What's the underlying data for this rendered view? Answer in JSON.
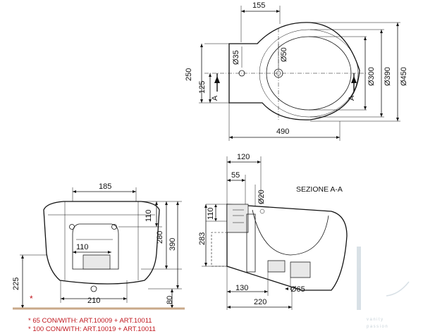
{
  "top_view": {
    "dim_width_top": "155",
    "dim_hole_small": "Ø35",
    "dim_hole_center": "Ø50",
    "dim_250": "250",
    "dim_125": "125",
    "section_left": "A",
    "section_right": "A",
    "dim_300": "Ø300",
    "dim_390": "Ø390",
    "dim_450": "Ø450",
    "dim_490": "490"
  },
  "front_view": {
    "dim_185": "185",
    "dim_110": "110",
    "dim_280": "280",
    "dim_390": "390",
    "dim_110_inner": "110",
    "dim_225": "225",
    "dim_210": "210",
    "dim_80": "80",
    "asterisk": "*"
  },
  "section_view": {
    "title": "SEZIONE A-A",
    "dim_120": "120",
    "dim_55": "55",
    "dim_20": "Ø20",
    "dim_110": "110",
    "dim_283": "283",
    "dim_130": "130",
    "dim_65": "Ø65",
    "dim_220": "220"
  },
  "notes": [
    "* 65   CON/WITH: ART.10009 + ART.10011",
    "* 100 CON/WITH: ART.10019 + ART.10011"
  ],
  "watermark": {
    "line1": "vanity",
    "line2": "passion"
  },
  "colors": {
    "note_red": "#c0171e",
    "watermark_blue": "#b9c6cf"
  }
}
